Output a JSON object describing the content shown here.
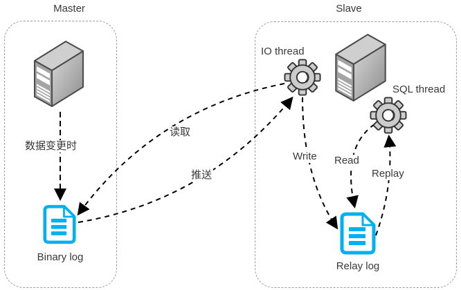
{
  "diagram": {
    "title": "MySQL master-slave replication diagram",
    "groups": {
      "master": {
        "label": "Master"
      },
      "slave": {
        "label": "Slave"
      }
    },
    "nodes": {
      "master_server": {
        "icon": "server-icon"
      },
      "binary_log": {
        "label": "Binary log",
        "icon": "document-icon"
      },
      "io_thread": {
        "label": "IO thread",
        "icon": "gear-icon"
      },
      "slave_server": {
        "icon": "server-icon"
      },
      "sql_thread": {
        "label": "SQL thread",
        "icon": "gear-icon"
      },
      "relay_log": {
        "label": "Relay log",
        "icon": "document-icon"
      }
    },
    "edges": {
      "data_change": {
        "label": "数据变更时",
        "from": "master_server",
        "to": "binary_log"
      },
      "read_binlog": {
        "label": "读取",
        "from": "io_thread",
        "to": "binary_log"
      },
      "push_binlog": {
        "label": "推送",
        "from": "binary_log",
        "to": "io_thread"
      },
      "write_relay": {
        "label": "Write",
        "from": "io_thread",
        "to": "relay_log"
      },
      "read_relay": {
        "label": "Read",
        "from": "sql_thread",
        "to": "relay_log"
      },
      "replay": {
        "label": "Replay",
        "from": "relay_log",
        "to": "sql_thread"
      }
    },
    "colors": {
      "doc_accent": "#00b0f0",
      "connector_line": "#000000",
      "container_border": "#9c9c9c",
      "gear_fill": "#cccccc",
      "server_gray": "#a4a4a4",
      "text": "#383838",
      "background": "#ffffff"
    }
  }
}
